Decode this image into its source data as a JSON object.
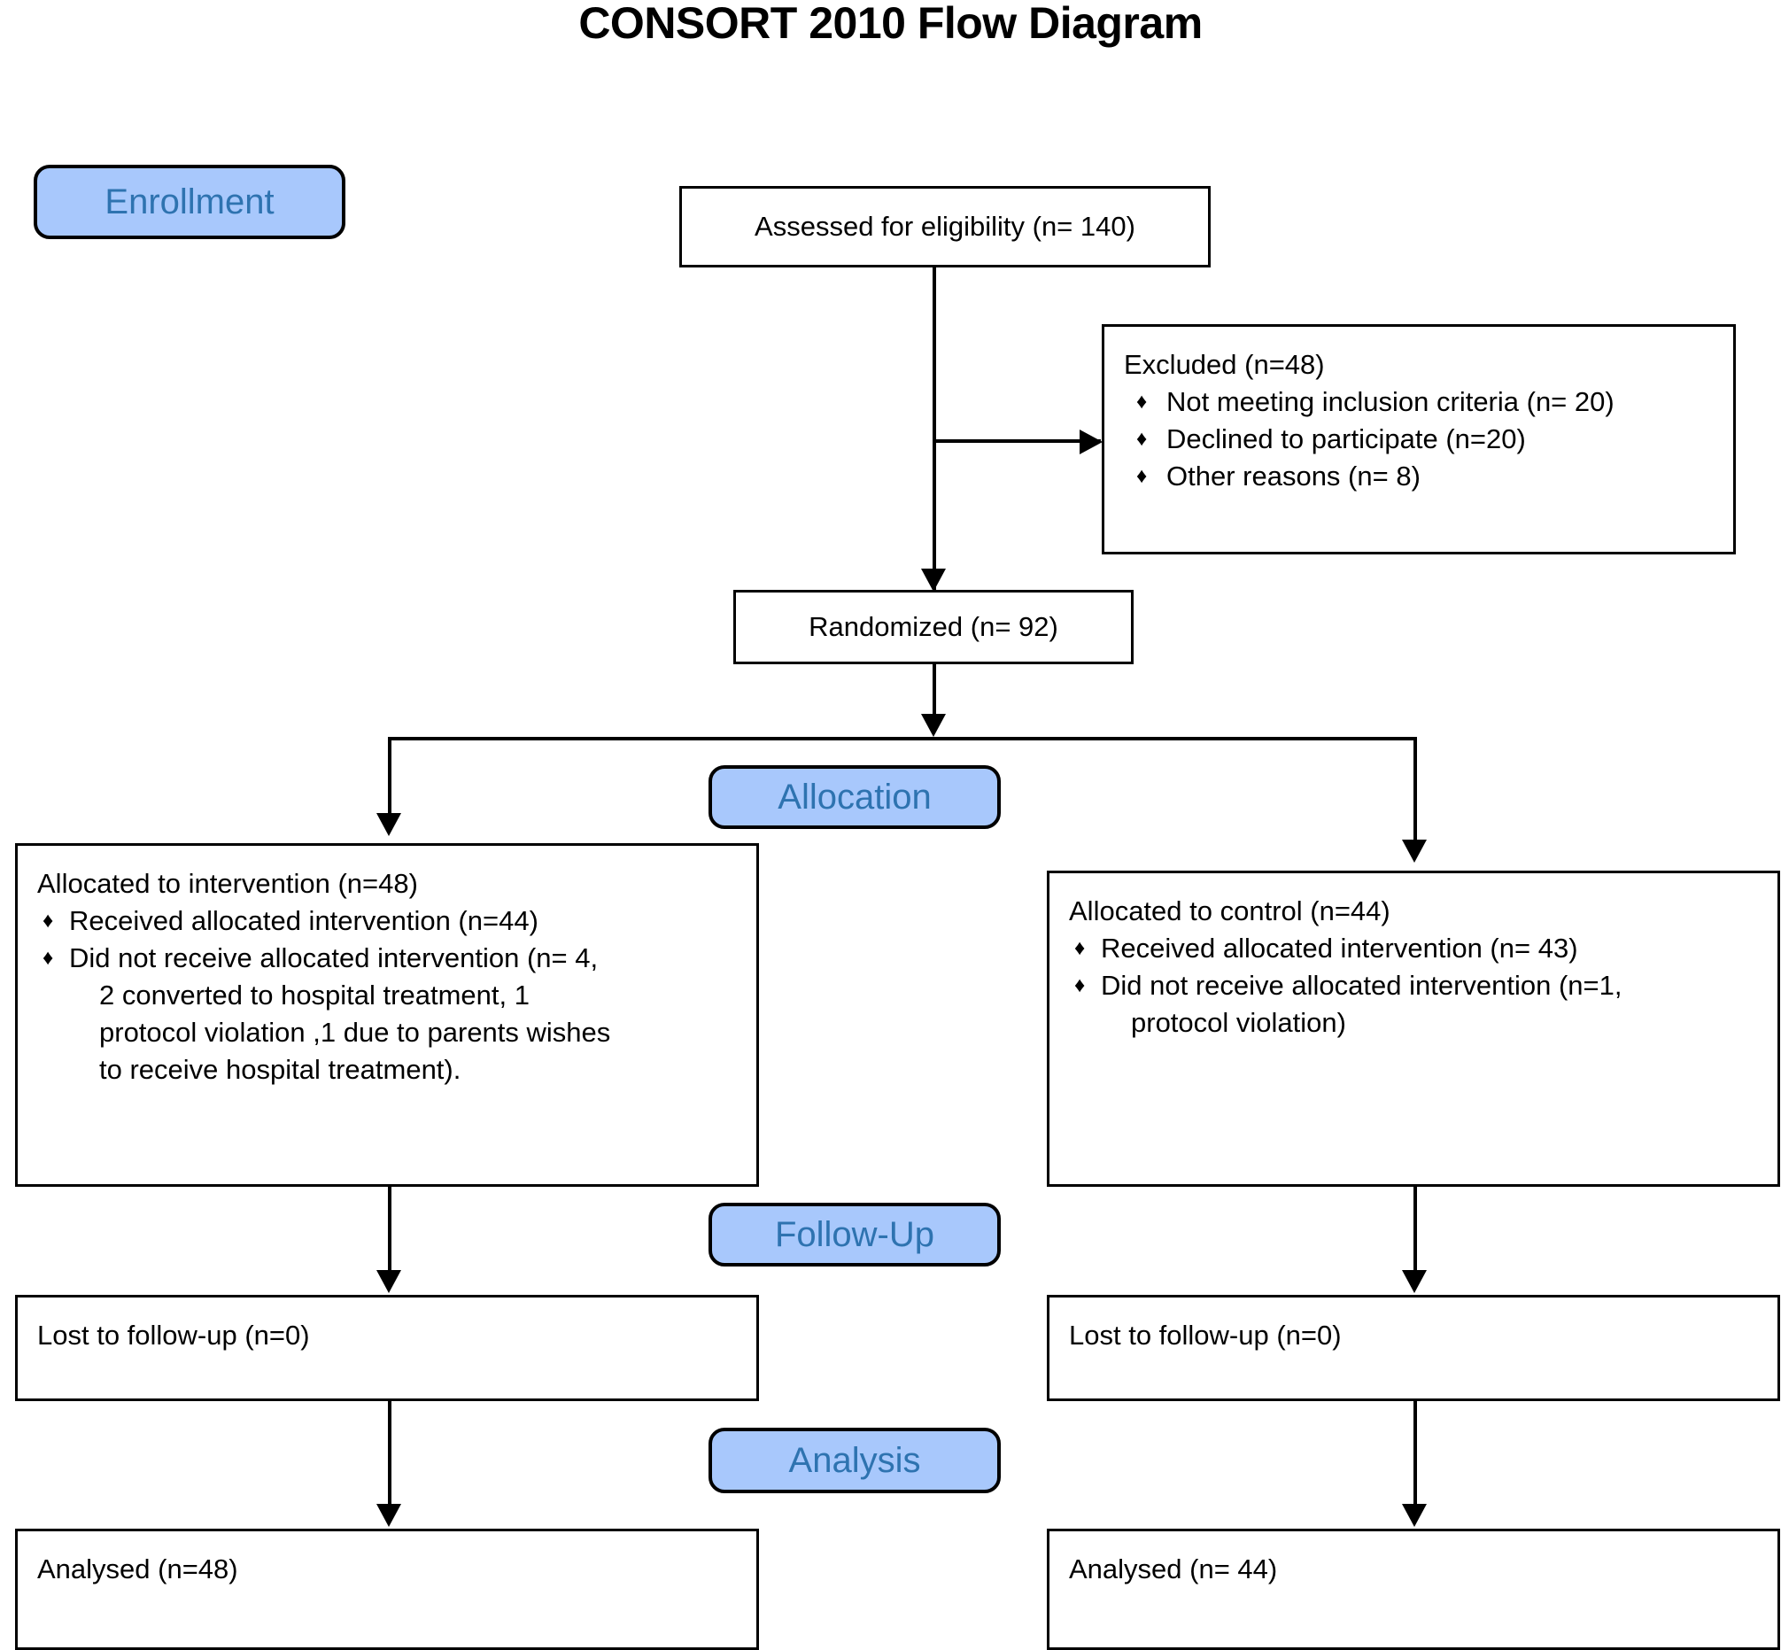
{
  "diagram": {
    "title": "CONSORT 2010 Flow Diagram",
    "type": "flowchart",
    "accent_color": "#a8c8fc",
    "stage_text_color": "#2e73b0",
    "line_color": "#000000",
    "background_color": "#ffffff"
  },
  "stages": {
    "enrollment": "Enrollment",
    "allocation": "Allocation",
    "followup": "Follow-Up",
    "analysis": "Analysis"
  },
  "nodes": {
    "assessed": {
      "text": "Assessed for eligibility (n= 140)"
    },
    "excluded": {
      "lead": "Excluded (n=48)",
      "bullets": [
        "Not meeting inclusion criteria (n= 20)",
        "Declined to participate (n=20)",
        "Other reasons (n= 8)"
      ]
    },
    "randomized": {
      "text": "Randomized (n= 92)"
    },
    "allocated_intervention": {
      "lead": "Allocated to intervention (n=48)",
      "bullets": [
        "Received allocated intervention (n=44)"
      ],
      "bullet_multiline": {
        "first": "Did not receive allocated intervention (n= 4,",
        "rest": [
          "2 converted to hospital treatment, 1",
          "protocol violation ,1 due to parents wishes",
          "to receive hospital treatment)."
        ]
      }
    },
    "allocated_control": {
      "lead": "Allocated to control (n=44)",
      "bullets": [
        "Received allocated intervention (n= 43)"
      ],
      "bullet_multiline": {
        "first": "Did not receive allocated intervention (n=1,",
        "rest": [
          "protocol violation)"
        ]
      }
    },
    "lost_left": {
      "text": "Lost to follow-up (n=0)"
    },
    "lost_right": {
      "text": "Lost to follow-up (n=0)"
    },
    "analysed_left": {
      "text": "Analysed (n=48)"
    },
    "analysed_right": {
      "text": "Analysed (n= 44)"
    }
  },
  "counts": {
    "assessed_for_eligibility": 140,
    "excluded_total": 48,
    "excluded_not_meeting_criteria": 20,
    "excluded_declined": 20,
    "excluded_other": 8,
    "randomized": 92,
    "allocated_intervention": 48,
    "intervention_received": 44,
    "intervention_not_received": 4,
    "allocated_control": 44,
    "control_received": 43,
    "control_not_received": 1,
    "lost_to_followup_intervention": 0,
    "lost_to_followup_control": 0,
    "analysed_intervention": 48,
    "analysed_control": 44
  }
}
